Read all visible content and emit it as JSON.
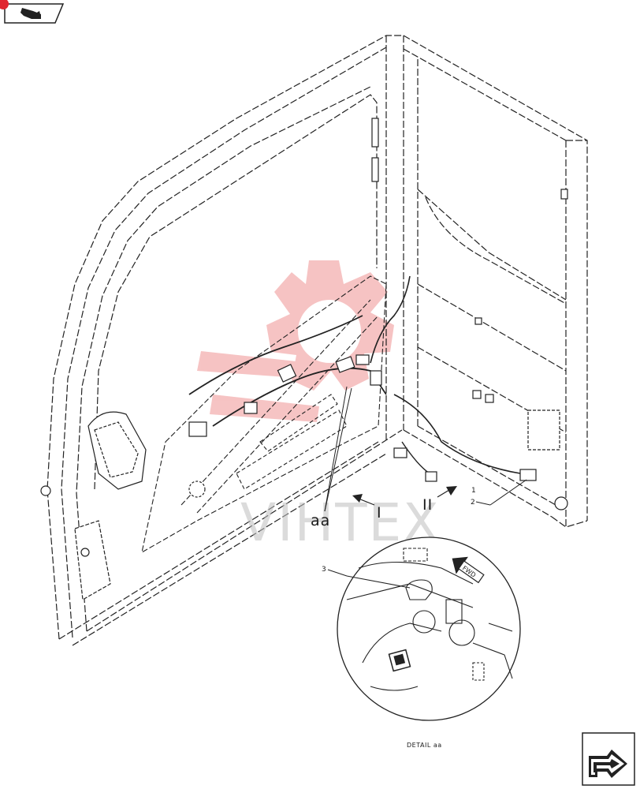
{
  "nav": {
    "prev_icon": "arrow-back-icon",
    "next_icon": "arrow-forward-icon"
  },
  "badge": {
    "color": "#e0262f"
  },
  "watermark": {
    "text": "VIHTEX",
    "color": "#e02b2b"
  },
  "callouts": {
    "item1": "1",
    "item2": "2",
    "item3": "3",
    "view1": "I",
    "view2": "II",
    "detail_ref": "aa"
  },
  "detail": {
    "caption": "DETAIL aa",
    "direction_label": "FWD"
  }
}
